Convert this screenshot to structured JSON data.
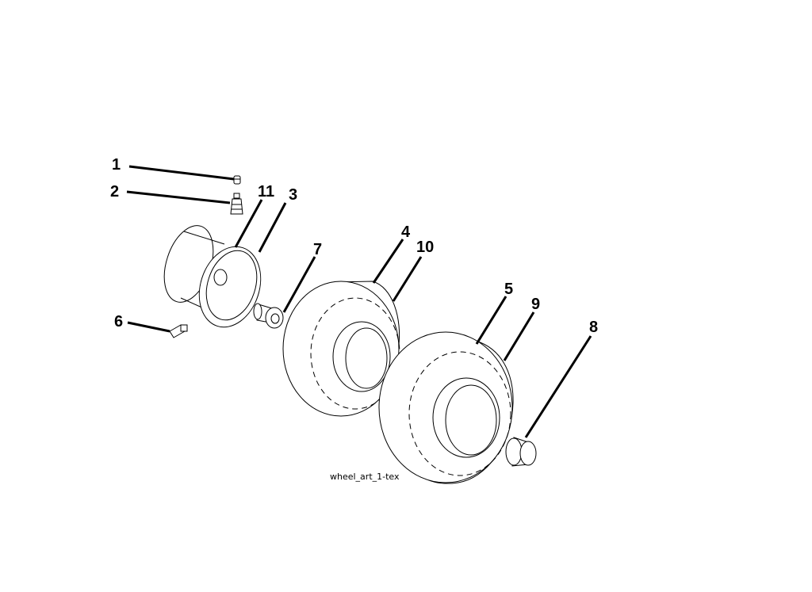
{
  "callouts": {
    "c1": "1",
    "c2": "2",
    "c3": "3",
    "c4": "4",
    "c5": "5",
    "c6": "6",
    "c7": "7",
    "c8": "8",
    "c9": "9",
    "c10": "10",
    "c11": "11"
  },
  "caption": "wheel_art_1-tex",
  "colors": {
    "line": "#000000",
    "background": "#ffffff"
  }
}
